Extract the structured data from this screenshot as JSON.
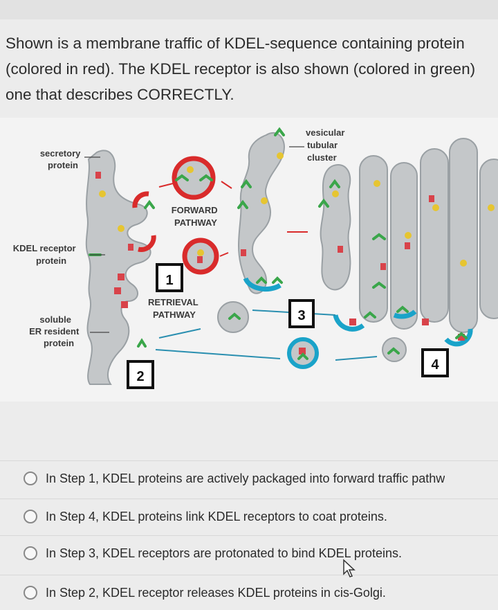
{
  "question": {
    "lines": [
      "Shown is a membrane traffic of KDEL-sequence containing protein",
      "(colored in red). The KDEL receptor is also shown (colored in green)",
      "one that describes CORRECTLY."
    ]
  },
  "figure": {
    "labels": {
      "secretory_protein": [
        "secretory",
        "protein"
      ],
      "kdel_receptor_protein": [
        "KDEL receptor",
        "protein"
      ],
      "soluble_er_resident_protein": [
        "soluble",
        "ER resident",
        "protein"
      ],
      "vesicular_tubular_cluster": [
        "vesicular",
        "tubular",
        "cluster"
      ],
      "forward_pathway": [
        "FORWARD",
        "PATHWAY"
      ],
      "retrieval_pathway": [
        "RETRIEVAL",
        "PATHWAY"
      ]
    },
    "steps": [
      "1",
      "2",
      "3",
      "4"
    ],
    "colors": {
      "membrane": "#c4c7c9",
      "membrane_outline": "#9aa0a4",
      "kdel_receptor": "#3aa64a",
      "kdel_protein": "#d8434a",
      "copi_coat": "#1aa3c9",
      "copii_coat": "#d92b2b",
      "cargo": "#e6c531"
    },
    "icons": [
      "x-icon-arrow"
    ]
  },
  "options": [
    {
      "text": "In Step 1, KDEL proteins are actively packaged into forward traffic pathw"
    },
    {
      "text": "In Step 4, KDEL proteins link KDEL receptors to coat proteins."
    },
    {
      "text": "In Step 3, KDEL receptors are protonated to bind KDEL proteins."
    },
    {
      "text": "In Step 2, KDEL receptor releases KDEL proteins in cis-Golgi."
    }
  ]
}
